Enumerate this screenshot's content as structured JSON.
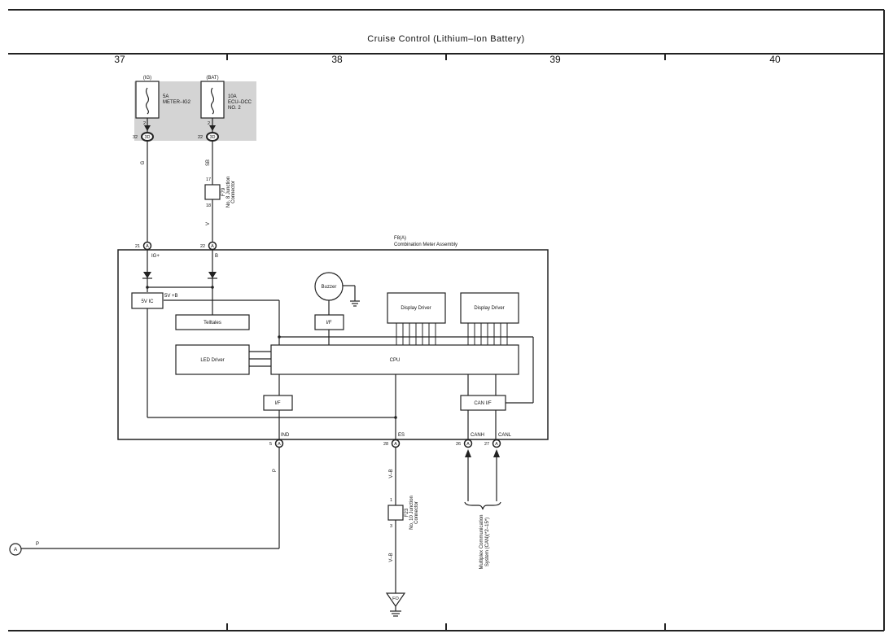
{
  "title": "Cruise Control (Lithium–Ion Battery)",
  "columns": [
    "37",
    "38",
    "39",
    "40"
  ],
  "power": {
    "ig": {
      "label": "(IG)",
      "rating": "5A",
      "name": "METER–IG2",
      "pin_top": "2",
      "pin_conn": "32",
      "conn": "3D"
    },
    "bat": {
      "label": "(BAT)",
      "rating": "10A",
      "name_1": "ECU–DCC",
      "name_2": "NO. 2",
      "pin_top": "2",
      "pin_conn": "22",
      "conn": "3D"
    }
  },
  "wires": {
    "g": "G",
    "sb": "SB",
    "v": "V",
    "p": "P",
    "p2": "P",
    "vb1": "V–B",
    "vb2": "V–B"
  },
  "junction_f79": {
    "pin_top": "17",
    "pin_bottom": "18",
    "id": "F79",
    "name_1": "No. 8 Junction",
    "name_2": "Connector"
  },
  "junction_f23": {
    "pin_top": "1",
    "pin_bottom": "3",
    "id": "F23",
    "name_1": "No. 10 Junction",
    "name_2": "Connector"
  },
  "meter": {
    "id": "F8(A)",
    "name": "Combination Meter Assembly",
    "pins": {
      "ig_num": "21",
      "ig_name": "IG+",
      "b_num": "22",
      "b_name": "B",
      "ind_num": "5",
      "ind_name": "IND",
      "es_num": "28",
      "es_name": "ES",
      "canh_num": "26",
      "canh_name": "CANH",
      "canl_num": "27",
      "canl_name": "CANL",
      "conn": "A"
    },
    "blocks": {
      "ic": "5V IC",
      "ic_out": "5V +B",
      "buzzer": "Buzzer",
      "if1": "I/F",
      "display1": "Display Driver",
      "display2": "Display Driver",
      "telltales": "Telltales",
      "led": "LED Driver",
      "cpu": "CPU",
      "if2": "I/F",
      "canif": "CAN I/F"
    }
  },
  "multiplex": {
    "line1": "Multiplex Communication",
    "line2": "System (CAN)(*2–15*)"
  },
  "ground": {
    "id": "FO"
  },
  "offpage": {
    "id": "A"
  }
}
